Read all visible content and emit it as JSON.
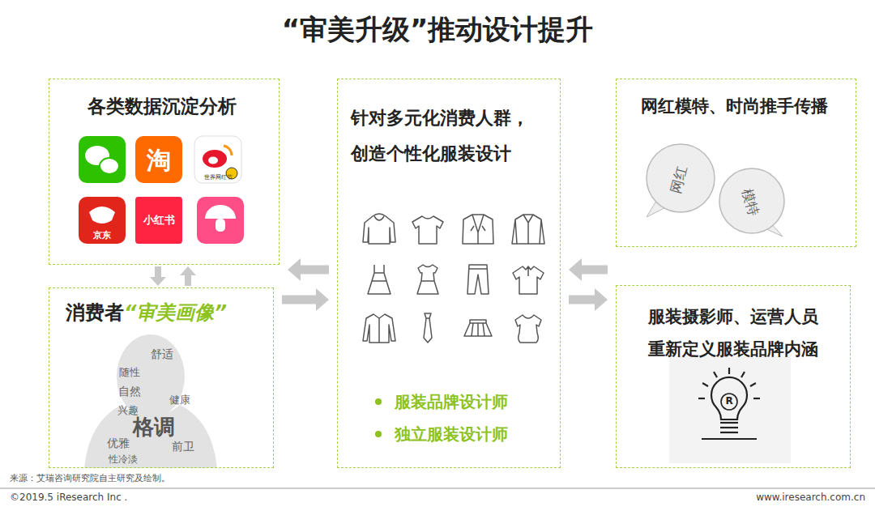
{
  "diagram": {
    "title": "“审美升级”推动设计提升",
    "nodes": [
      {
        "text": [
          "各类数据沉淀分析"
        ]
      },
      {
        "text": [
          "消费者",
          "“审美画像”"
        ]
      },
      {
        "text": [
          "针对多元化消费人群，创造个性化服装设计",
          "服装品牌设计师",
          "独立服装设计师"
        ]
      },
      {
        "text": [
          "网红模特、时尚推手传播"
        ]
      },
      {
        "text": [
          "服装摄影师、运营人员 重新定义服装品牌内涵"
        ]
      }
    ],
    "edges": [
      {
        "from": 0,
        "to": 1,
        "arrow": "to"
      },
      {
        "from": 1,
        "to": 0,
        "arrow": "to"
      },
      {
        "from": 2,
        "to": 0,
        "arrow": "to"
      },
      {
        "from": 1,
        "to": 2,
        "arrow": "to"
      },
      {
        "from": 3,
        "to": 2,
        "arrow": "to"
      },
      {
        "from": 2,
        "to": 4,
        "arrow": "to"
      }
    ],
    "labels": [
      "淘",
      "世界网红节",
      "京东",
      "小红书",
      "舒适",
      "随性",
      "自然",
      "兴趣",
      "格调",
      "优雅",
      "健康",
      "前卫",
      "性冷淡",
      "网红",
      "模特",
      "R",
      "来源：艾瑞咨询研究院自主研究及绘制。",
      "©2019.5 iResearch Inc .",
      "www.iresearch.com.cn"
    ]
  }
}
